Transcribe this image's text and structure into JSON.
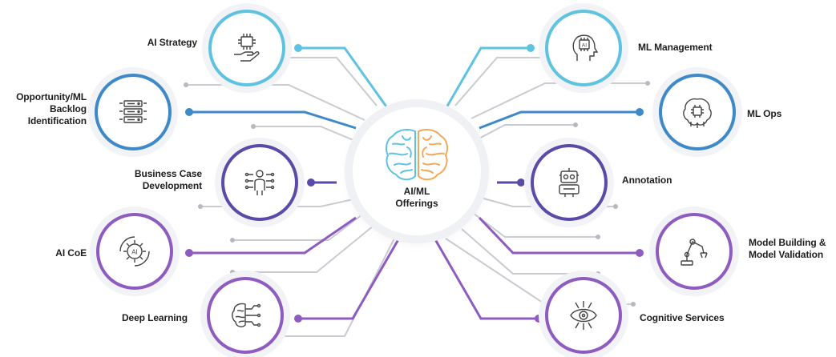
{
  "hub": {
    "title_line1": "AI/ML",
    "title_line2": "Offerings"
  },
  "colors": {
    "light_blue": "#5ec3e0",
    "mid_blue": "#3d89c9",
    "purple_blue": "#5b4aa8",
    "purple": "#8e5cc0",
    "gray_line": "#c4c6cc",
    "brain_left": "#5ec3e0",
    "brain_right": "#f0a95a"
  },
  "offerings_left": [
    {
      "label": "AI Strategy",
      "icon": "chip-hand-icon"
    },
    {
      "label_lines": [
        "Opportunity/ML",
        "Backlog",
        "Identification"
      ],
      "icon": "server-list-icon"
    },
    {
      "label_lines": [
        "Business Case",
        "Development"
      ],
      "icon": "person-network-icon"
    },
    {
      "label": "AI CoE",
      "icon": "ai-gear-icon"
    },
    {
      "label": "Deep Learning",
      "icon": "brain-circuit-icon"
    }
  ],
  "offerings_right": [
    {
      "label": "ML Management",
      "icon": "ai-head-icon"
    },
    {
      "label": "ML Ops",
      "icon": "brain-chip-icon"
    },
    {
      "label": "Annotation",
      "icon": "robot-icon"
    },
    {
      "label_lines": [
        "Model Building &",
        "Model Validation"
      ],
      "icon": "robot-arm-icon"
    },
    {
      "label": "Cognitive Services",
      "icon": "eye-circuit-icon"
    }
  ]
}
